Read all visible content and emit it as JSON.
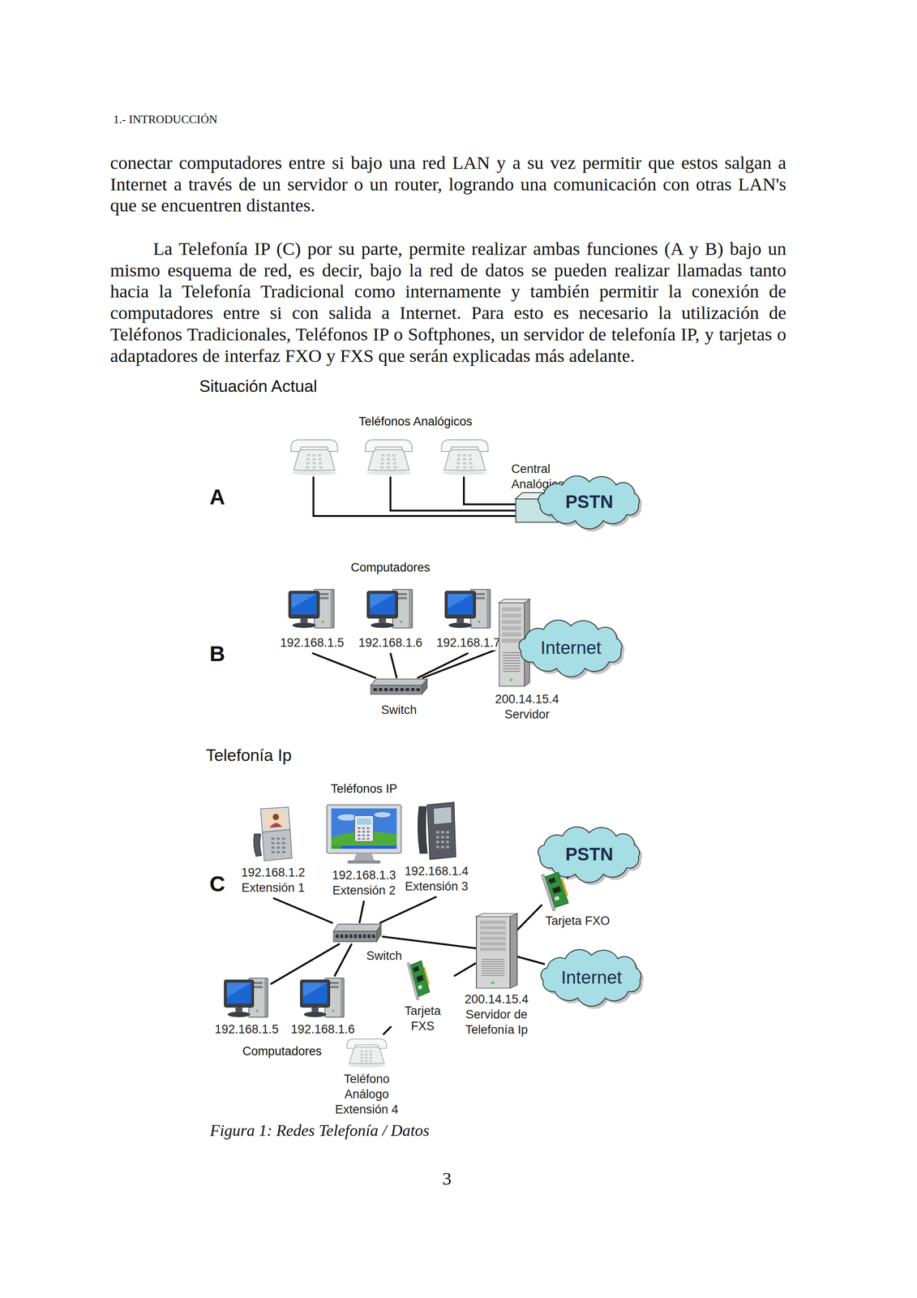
{
  "diagram": {
    "caption": "Figura 1: Redes Telefonía / Datos",
    "nodes": [
      {
        "text": [
          "Central Analógica"
        ]
      },
      {
        "text": [
          "PSTN"
        ]
      },
      {
        "text": [
          "192.168.1.5"
        ]
      },
      {
        "text": [
          "192.168.1.6"
        ]
      },
      {
        "text": [
          "192.168.1.7"
        ]
      },
      {
        "text": [
          "Switch"
        ]
      },
      {
        "text": [
          "200.14.15.4",
          "Servidor"
        ]
      },
      {
        "text": [
          "Internet"
        ]
      },
      {
        "text": [
          "192.168.1.2",
          "Extensión 1"
        ]
      },
      {
        "text": [
          "192.168.1.3",
          "Extensión 2"
        ]
      },
      {
        "text": [
          "192.168.1.4",
          "Extensión 3"
        ]
      },
      {
        "text": [
          "PSTN"
        ]
      },
      {
        "text": [
          "Tarjeta FXO"
        ]
      },
      {
        "text": [
          "Switch"
        ]
      },
      {
        "text": [
          "Internet"
        ]
      },
      {
        "text": [
          "192.168.1.5"
        ]
      },
      {
        "text": [
          "192.168.1.6"
        ]
      },
      {
        "text": [
          "Tarjeta FXS"
        ]
      },
      {
        "text": [
          "200.14.15.4",
          "Servidor de Telefonía Ip"
        ]
      },
      {
        "text": [
          "Teléfono Análogo Extensión 4"
        ]
      }
    ],
    "edges": [
      {
        "from": 0,
        "to": 1,
        "arrow": "none"
      },
      {
        "from": 2,
        "to": 5,
        "arrow": "none"
      },
      {
        "from": 3,
        "to": 5,
        "arrow": "none"
      },
      {
        "from": 4,
        "to": 5,
        "arrow": "none"
      },
      {
        "from": 5,
        "to": 6,
        "arrow": "none"
      },
      {
        "from": 6,
        "to": 7,
        "arrow": "none"
      },
      {
        "from": 8,
        "to": 13,
        "arrow": "none"
      },
      {
        "from": 9,
        "to": 13,
        "arrow": "none"
      },
      {
        "from": 10,
        "to": 13,
        "arrow": "none"
      },
      {
        "from": 13,
        "to": 15,
        "arrow": "none"
      },
      {
        "from": 13,
        "to": 16,
        "arrow": "none"
      },
      {
        "from": 13,
        "to": 18,
        "arrow": "none"
      },
      {
        "from": 18,
        "to": 12,
        "arrow": "none"
      },
      {
        "from": 12,
        "to": 11,
        "arrow": "none"
      },
      {
        "from": 18,
        "to": 14,
        "arrow": "none"
      },
      {
        "from": 18,
        "to": 17,
        "arrow": "none"
      },
      {
        "from": 17,
        "to": 19,
        "arrow": "none"
      }
    ],
    "labels": [
      "1.- INTRODUCCIÓN",
      "conectar computadores entre si bajo una red LAN y a su vez permitir que estos salgan a Internet a través de un servidor o un router, logrando una comunicación con otras LAN's que se encuentren distantes.",
      "La Telefonía IP (C) por su parte, permite realizar ambas funciones (A y B) bajo un mismo esquema de red, es decir, bajo la red de datos se pueden realizar llamadas tanto hacia la Telefonía Tradicional como internamente y también permitir la conexión de computadores entre si con salida a Internet. Para esto es necesario la utilización de Teléfonos Tradicionales, Teléfonos IP o Softphones, un servidor de telefonía IP, y tarjetas o adaptadores de interfaz FXO y FXS que serán explicadas más adelante.",
      "Situación Actual",
      "Teléfonos Analógicos",
      "A",
      "Computadores",
      "B",
      "Telefonía Ip",
      "Teléfonos IP",
      "C",
      "Computadores",
      "3"
    ]
  }
}
